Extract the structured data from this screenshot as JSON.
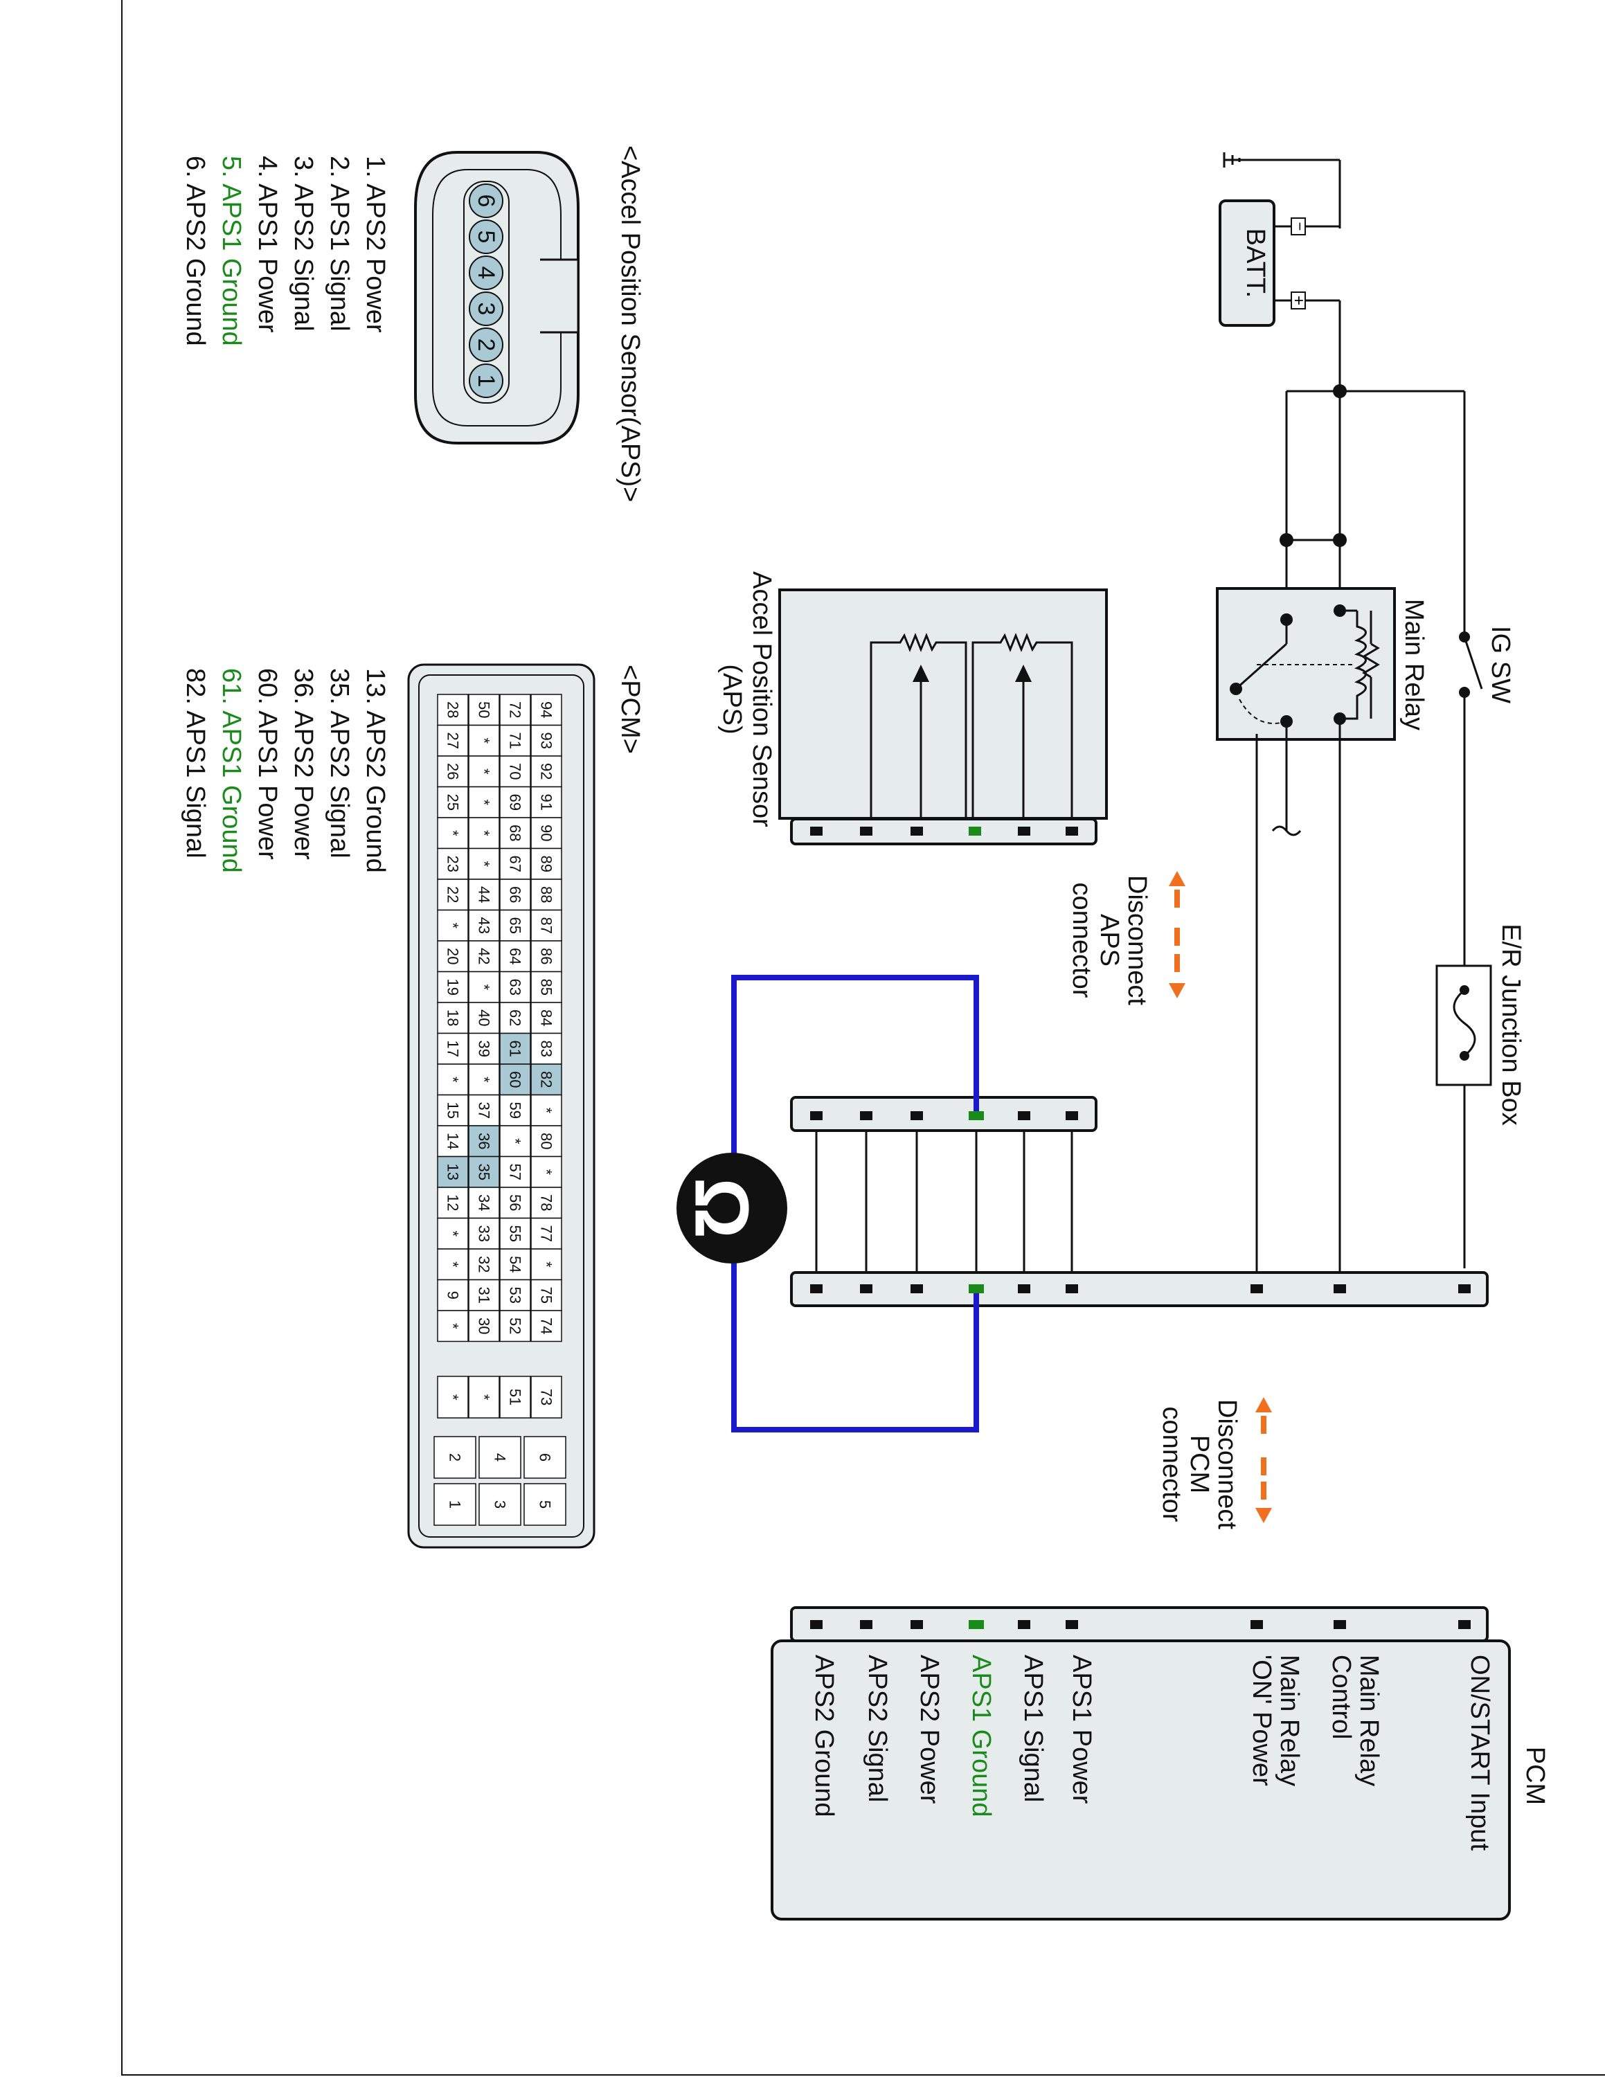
{
  "components": {
    "battery": "BATT.",
    "battery_plus": "+",
    "battery_minus": "−",
    "ig_switch": "IG SW",
    "main_relay": "Main Relay",
    "er_junction_box": "E/R Junction Box",
    "aps_sensor_line1": "Accel Position Sensor",
    "aps_sensor_line2": "(APS)",
    "disconnect_aps_line1": "Disconnect",
    "disconnect_aps_line2": "APS",
    "disconnect_aps_line3": "connector",
    "disconnect_pcm_line1": "Disconnect",
    "disconnect_pcm_line2": "PCM",
    "disconnect_pcm_line3": "connector",
    "ohmmeter_symbol": "Ω"
  },
  "pcm": {
    "title": "PCM",
    "terminals": [
      {
        "label": "ON/START Input",
        "highlight": false
      },
      {
        "label": "Main Relay Control",
        "highlight": false
      },
      {
        "label": "Main Relay 'ON' Power",
        "highlight": false
      },
      {
        "label": "APS1 Power",
        "highlight": false
      },
      {
        "label": "APS1 Signal",
        "highlight": false
      },
      {
        "label": "APS1 Ground",
        "highlight": true
      },
      {
        "label": "APS2 Power",
        "highlight": false
      },
      {
        "label": "APS2 Signal",
        "highlight": false
      },
      {
        "label": "APS2 Ground",
        "highlight": false
      }
    ]
  },
  "aps_connector": {
    "title": "<Accel Position Sensor(APS)>",
    "pins_display": [
      "6",
      "5",
      "4",
      "3",
      "2",
      "1"
    ],
    "pin_list": [
      {
        "text": "1. APS2 Power",
        "highlight": false
      },
      {
        "text": "2. APS1 Signal",
        "highlight": false
      },
      {
        "text": "3. APS2 Signal",
        "highlight": false
      },
      {
        "text": "4. APS1 Power",
        "highlight": false
      },
      {
        "text": "5. APS1 Ground",
        "highlight": true
      },
      {
        "text": "6. APS2 Ground",
        "highlight": false
      }
    ]
  },
  "pcm_connector": {
    "title": "<PCM>",
    "rows": [
      [
        "94",
        "93",
        "92",
        "91",
        "90",
        "89",
        "88",
        "87",
        "86",
        "85",
        "84",
        "83",
        "82",
        "*",
        "80",
        "*",
        "78",
        "77",
        "*",
        "75",
        "74"
      ],
      [
        "72",
        "71",
        "70",
        "69",
        "68",
        "67",
        "66",
        "65",
        "64",
        "63",
        "62",
        "61",
        "60",
        "59",
        "*",
        "57",
        "56",
        "55",
        "54",
        "53",
        "52"
      ],
      [
        "50",
        "*",
        "*",
        "*",
        "*",
        "*",
        "44",
        "43",
        "42",
        "*",
        "40",
        "39",
        "*",
        "37",
        "36",
        "35",
        "34",
        "33",
        "32",
        "31",
        "30"
      ],
      [
        "28",
        "27",
        "26",
        "25",
        "*",
        "23",
        "22",
        "*",
        "20",
        "19",
        "18",
        "17",
        "*",
        "15",
        "14",
        "13",
        "12",
        "*",
        "*",
        "9",
        "*"
      ]
    ],
    "small_block": [
      "73",
      "51",
      "*",
      "*"
    ],
    "power_block": [
      [
        "6",
        "5"
      ],
      [
        "4",
        "3"
      ],
      [
        "2",
        "1"
      ]
    ],
    "highlighted_pins": [
      "13",
      "35",
      "36",
      "60",
      "61",
      "82"
    ],
    "pin_list": [
      {
        "text": "13. APS2 Ground",
        "highlight": false
      },
      {
        "text": "35. APS2 Signal",
        "highlight": false
      },
      {
        "text": "36. APS2 Power",
        "highlight": false
      },
      {
        "text": "60. APS1 Power",
        "highlight": false
      },
      {
        "text": "61. APS1 Ground",
        "highlight": true
      },
      {
        "text": "82. APS1 Signal",
        "highlight": false
      }
    ]
  },
  "colors": {
    "highlight_text": "#1a8a1a",
    "meter_wire": "#1a1acc",
    "arrow": "#f07020",
    "pin_highlight": "#a9c9d4",
    "box_fill": "#e6ecec"
  }
}
